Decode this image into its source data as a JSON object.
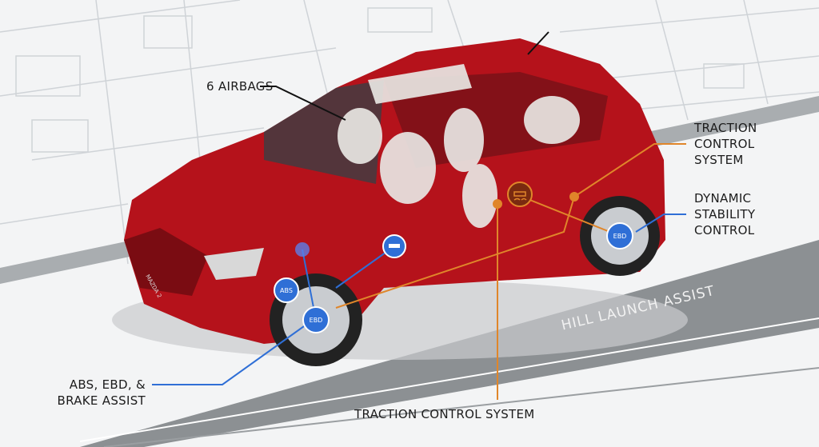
{
  "labels": {
    "airbags": "6 AIRBAGS",
    "traction_right": [
      "TRACTION",
      "CONTROL",
      "SYSTEM"
    ],
    "dsc": [
      "DYNAMIC",
      "STABILITY",
      "CONTROL"
    ],
    "abs": [
      "ABS, EBD, &",
      "BRAKE ASSIST"
    ],
    "traction_bottom": "TRACTION CONTROL SYSTEM",
    "hill": "HILL LAUNCH ASSIST"
  },
  "badges": {
    "abs": "ABS",
    "ebd_front": "EBD",
    "ebd_rear": "EBD"
  },
  "car_model_badge": "MAZDA 2",
  "colors": {
    "car_red": "#b5121b",
    "callout_blue": "#2f6fd6",
    "callout_orange": "#e0862a",
    "ramp_grey": "#8c9093"
  }
}
